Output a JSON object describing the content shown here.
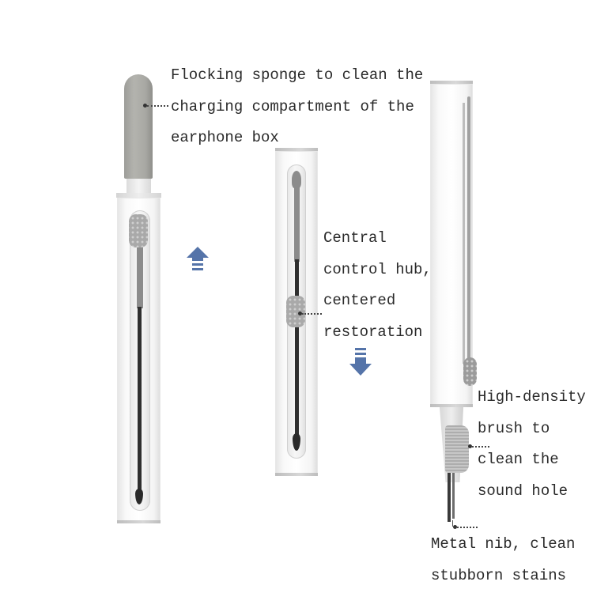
{
  "callouts": {
    "sponge": {
      "lines": [
        "Flocking sponge to clean the",
        "charging compartment of the",
        "earphone box"
      ]
    },
    "hub": {
      "lines": [
        "Central",
        "control hub,",
        "centered",
        "restoration"
      ]
    },
    "brush": {
      "lines": [
        "High-density",
        "brush to",
        "clean the",
        "sound hole"
      ]
    },
    "nib": {
      "lines": [
        "Metal nib, clean",
        "stubborn stains"
      ]
    }
  },
  "arrows": {
    "up": {
      "icon": "arrow-up-icon",
      "color": "#5574a9"
    },
    "down": {
      "icon": "arrow-down-icon",
      "color": "#5574a9"
    }
  },
  "colors": {
    "sponge": "#a8a8a3",
    "knob": "#a9a9a9",
    "text": "#2a2a2a",
    "arrow": "#5574a9"
  }
}
